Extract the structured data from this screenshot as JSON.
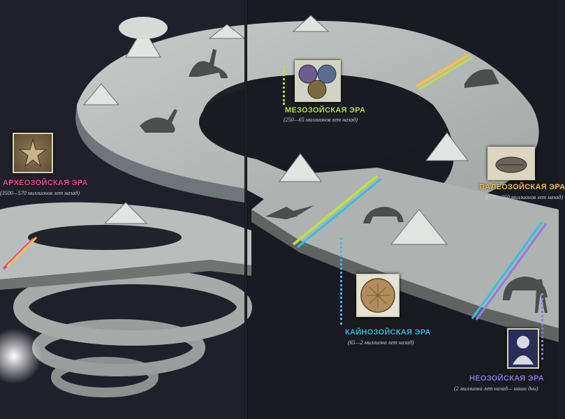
{
  "eras": {
    "archaeozoic": {
      "title": "АРХЕОЗОЙСКАЯ ЭРА",
      "subtitle": "(3500—570 миллионов лет назад)",
      "color": "#e94b8a",
      "icon": "starfish-fossil-icon"
    },
    "mesozoic": {
      "title": "МЕЗОЗОЙСКАЯ ЭРА",
      "subtitle": "(250—65 миллионов лет назад)",
      "color": "#b8e04a",
      "icon": "ammonite-shells-icon"
    },
    "paleozoic": {
      "title": "ПАЛЕОЗОЙСКАЯ ЭРА",
      "subtitle": "(570—250 миллионов лет назад)",
      "color": "#f2c14e",
      "icon": "trilobite-fossil-icon"
    },
    "cenozoic": {
      "title": "КАЙНОЗОЙСКАЯ ЭРА",
      "subtitle": "(65—2 миллиона лет назад)",
      "color": "#38c0e0",
      "icon": "sand-dollar-fossil-icon"
    },
    "neozoic": {
      "title": "НЕОЗОЙСКАЯ ЭРА",
      "subtitle": "(2 миллиона лет назад— наши дни)",
      "color": "#8a7fe0",
      "icon": "portrait-icon"
    }
  }
}
